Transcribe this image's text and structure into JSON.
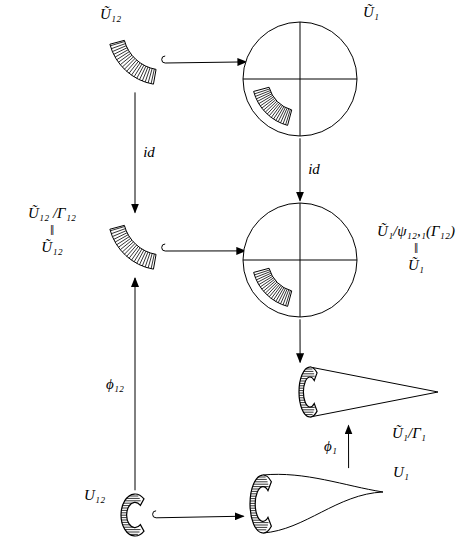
{
  "diagram": {
    "nodes": [
      {
        "text": [
          "Ũ₁₂"
        ]
      },
      {
        "text": [
          "Ũ₁"
        ]
      },
      {
        "text": [
          "Ũ₁₂ /Γ₁₂",
          "‖",
          "Ũ₁₂"
        ]
      },
      {
        "text": [
          "Ũ₁/ψ₁₂,₁(Γ₁₂)",
          "‖",
          "Ũ₁"
        ]
      },
      {
        "text": [
          "Ũ₁/Γ₁"
        ]
      },
      {
        "text": [
          "U₁₂"
        ]
      },
      {
        "text": [
          "U₁"
        ]
      }
    ],
    "edges": [
      {
        "from": 0,
        "to": 1,
        "arrow": "to"
      },
      {
        "from": 0,
        "to": 2,
        "arrow": "to",
        "label": "id"
      },
      {
        "from": 1,
        "to": 3,
        "arrow": "to",
        "label": "id"
      },
      {
        "from": 2,
        "to": 3,
        "arrow": "to"
      },
      {
        "from": 3,
        "to": 4,
        "arrow": "to"
      },
      {
        "from": 5,
        "to": 2,
        "arrow": "to",
        "label": "ϕ₁₂"
      },
      {
        "from": 6,
        "to": 4,
        "arrow": "to",
        "label": "ϕ₁"
      },
      {
        "from": 5,
        "to": 6,
        "arrow": "to"
      }
    ]
  }
}
